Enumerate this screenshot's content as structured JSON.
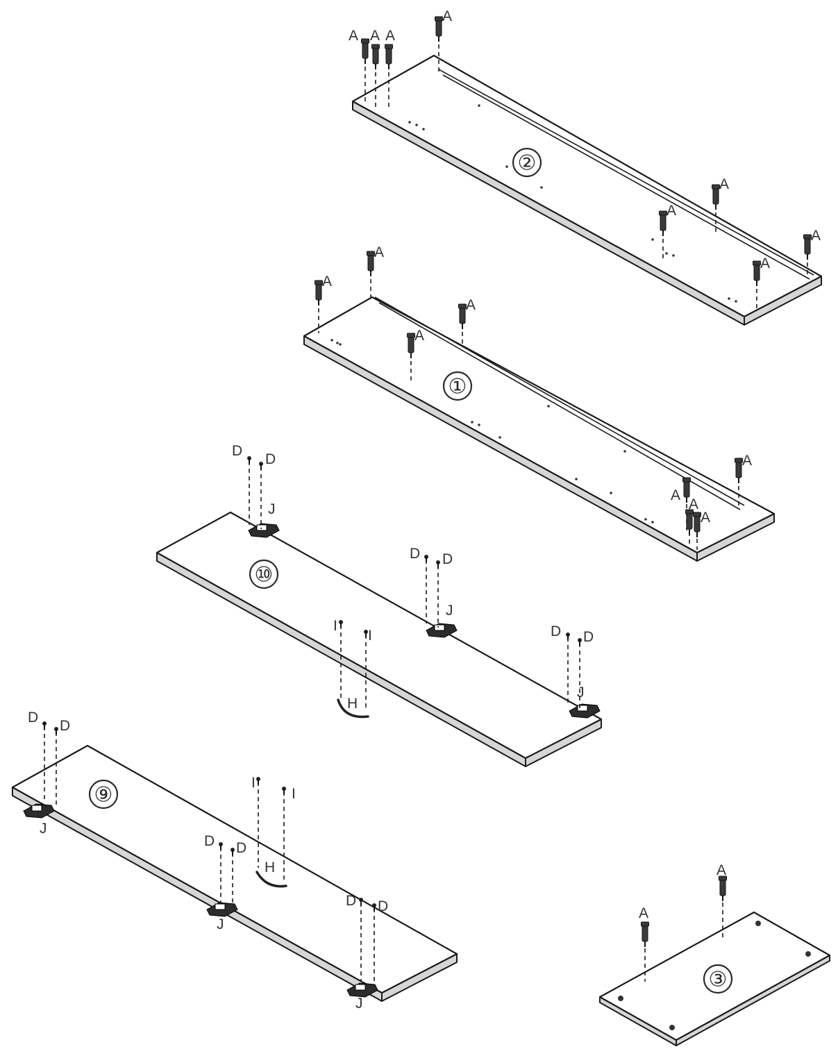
{
  "panels": [
    {
      "id": "panel-2",
      "number": "②"
    },
    {
      "id": "panel-1",
      "number": "①"
    },
    {
      "id": "panel-10",
      "number": "⑩"
    },
    {
      "id": "panel-9",
      "number": "⑨"
    },
    {
      "id": "panel-3",
      "number": "③"
    }
  ],
  "part_labels": {
    "cam_dowel": "A",
    "screw": "D",
    "hinge": "J",
    "handle_screw": "I",
    "handle": "H"
  }
}
